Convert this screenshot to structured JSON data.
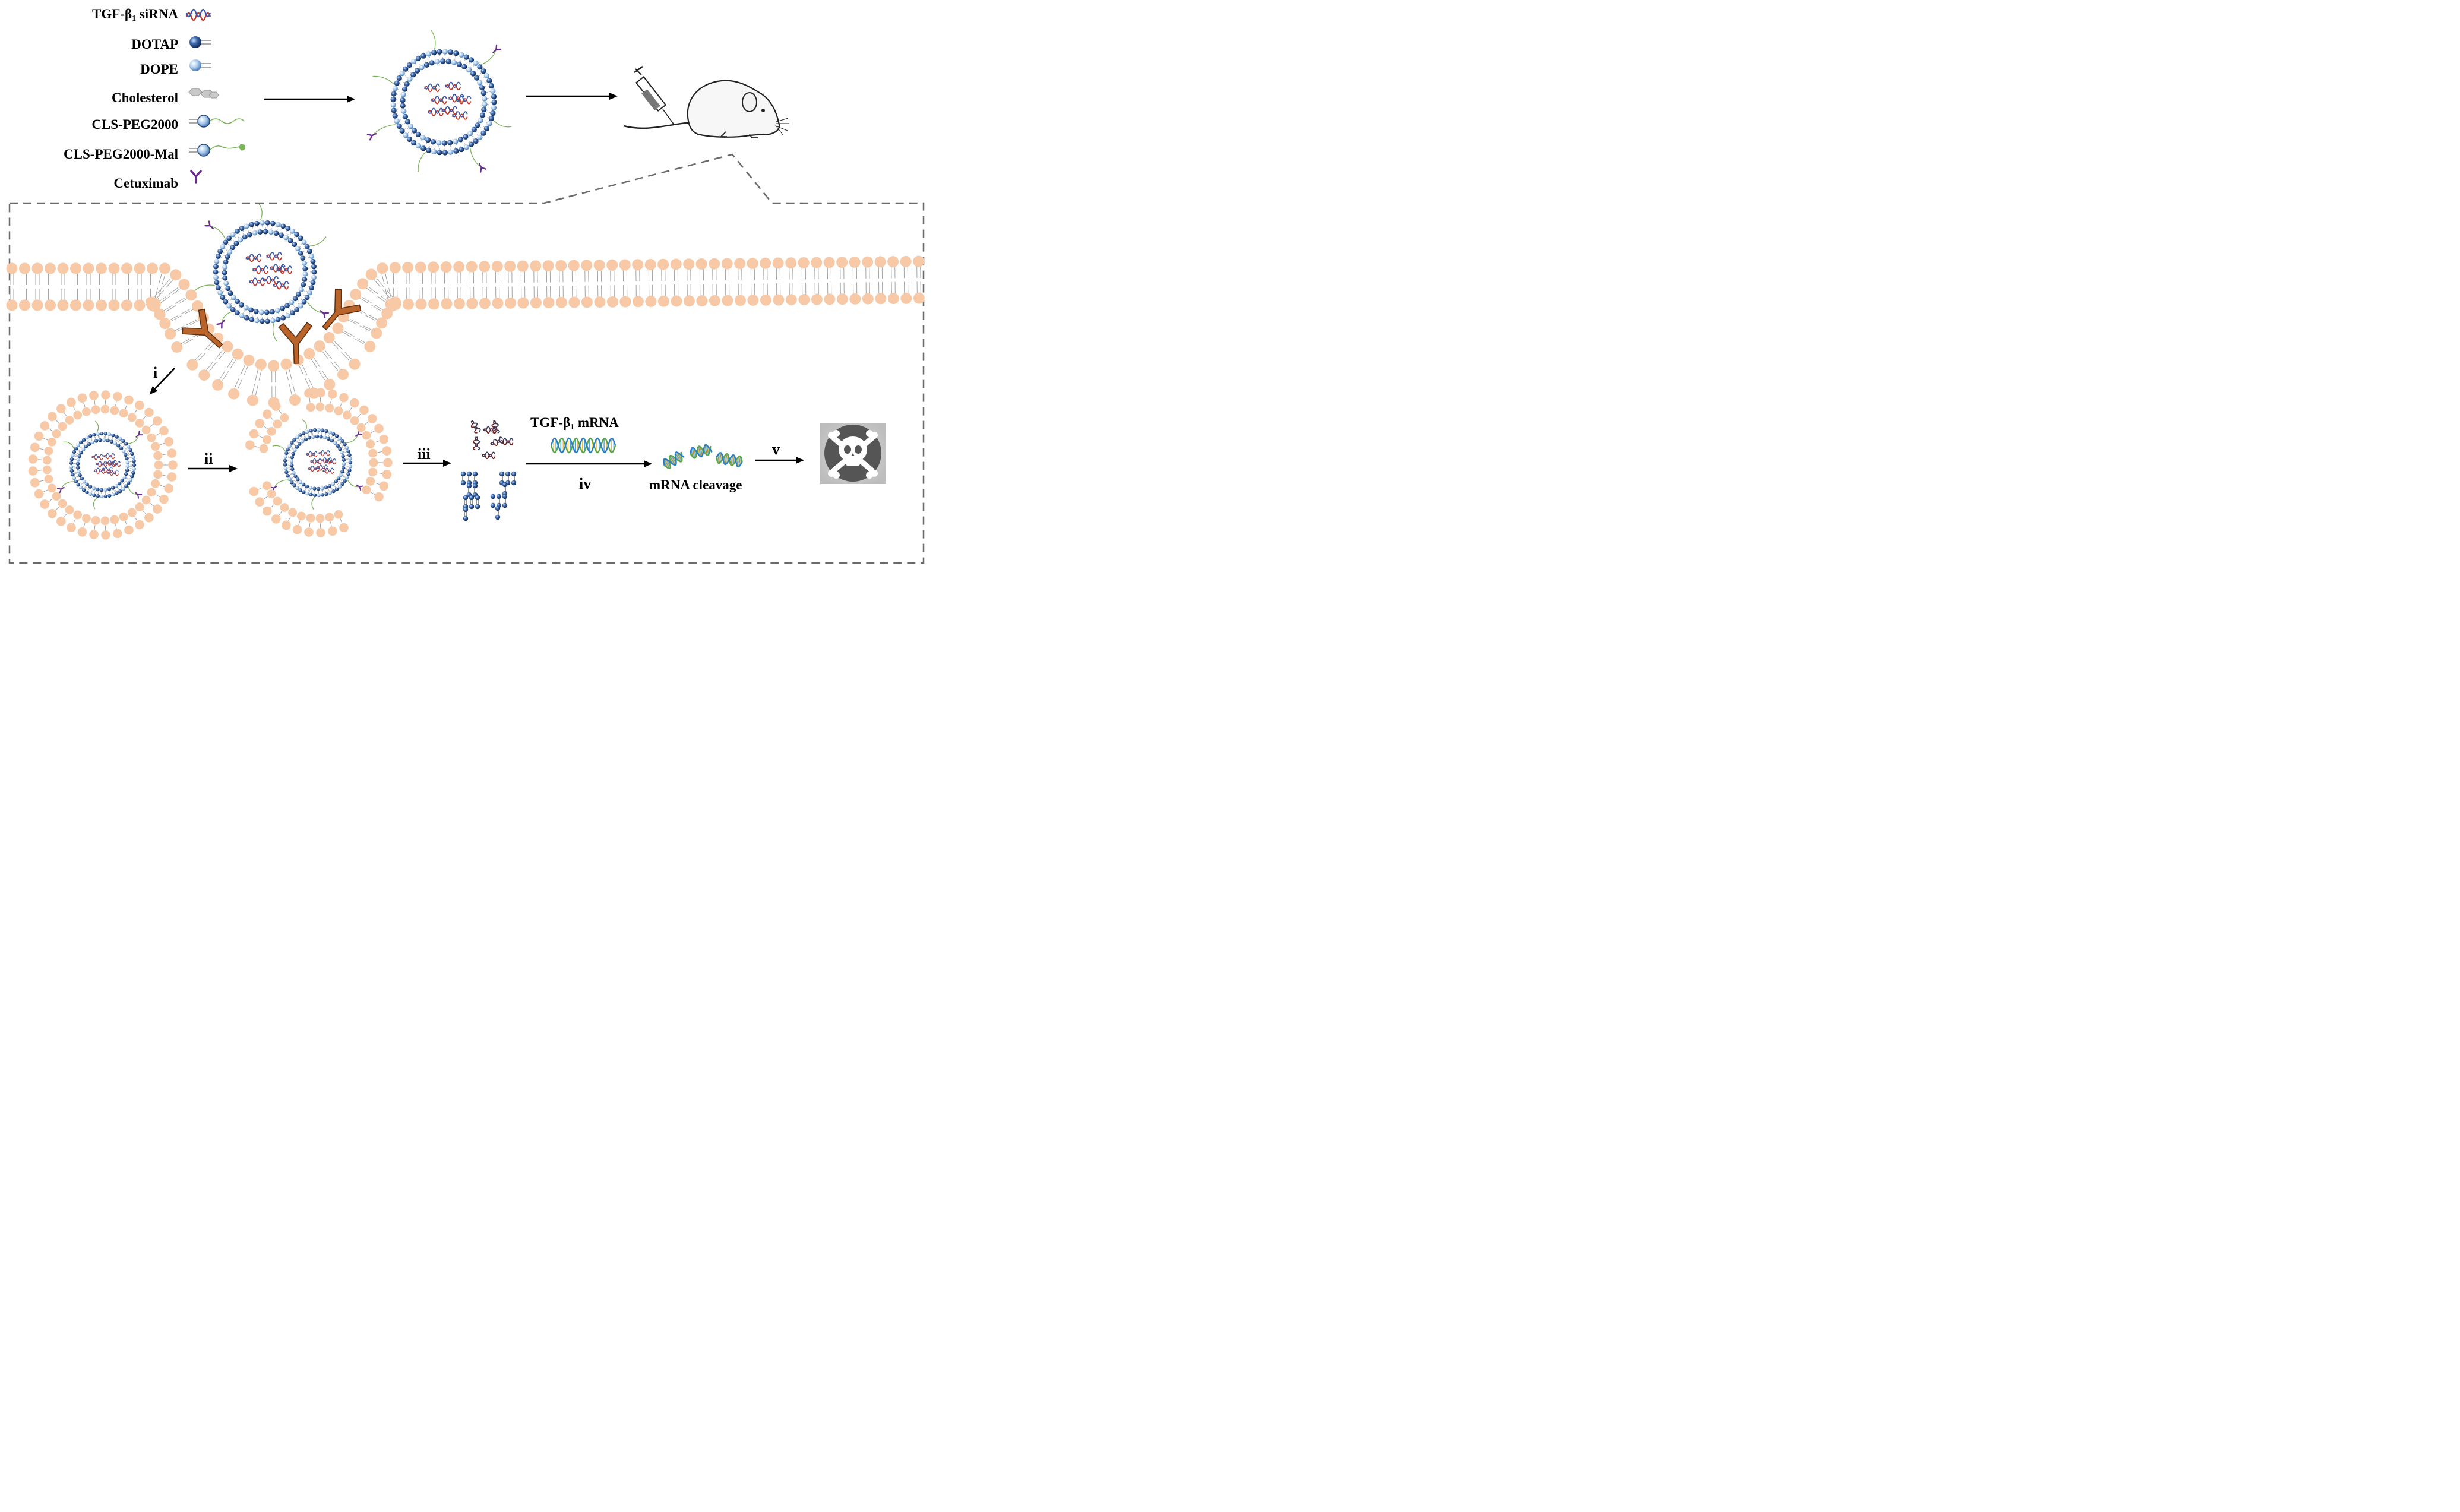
{
  "legend": [
    {
      "label": "TGF-β",
      "sub": "1",
      "suffix": " siRNA",
      "icon": "sirna-icon"
    },
    {
      "label": "DOTAP",
      "icon": "dotap-lipid-icon"
    },
    {
      "label": "DOPE",
      "icon": "dope-lipid-icon"
    },
    {
      "label": "Cholesterol",
      "icon": "cholesterol-icon"
    },
    {
      "label": "CLS-PEG2000",
      "icon": "cls-peg2000-icon"
    },
    {
      "label": "CLS-PEG2000-Mal",
      "icon": "cls-peg2000-mal-icon"
    },
    {
      "label": "Cetuximab",
      "icon": "cetuximab-antibody-icon"
    }
  ],
  "steps": {
    "i": "i",
    "ii": "ii",
    "iii": "iii",
    "iv": "iv",
    "v": "v"
  },
  "mrna_label": {
    "prefix": "TGF-β",
    "sub": "1",
    "suffix": " mRNA"
  },
  "cleavage_label": "mRNA cleavage",
  "colors": {
    "membrane": "#f7c9a6",
    "lipid_dark": "#2b4a7a",
    "lipid_light": "#9fc2e6",
    "antibody": "#6a2c91",
    "receptor": "#b8642a",
    "peg": "#7bb35a",
    "sirna_red": "#c0392b",
    "sirna_blue": "#3b5aa8",
    "dashed": "#6b6b6b",
    "arrow": "#000000"
  }
}
